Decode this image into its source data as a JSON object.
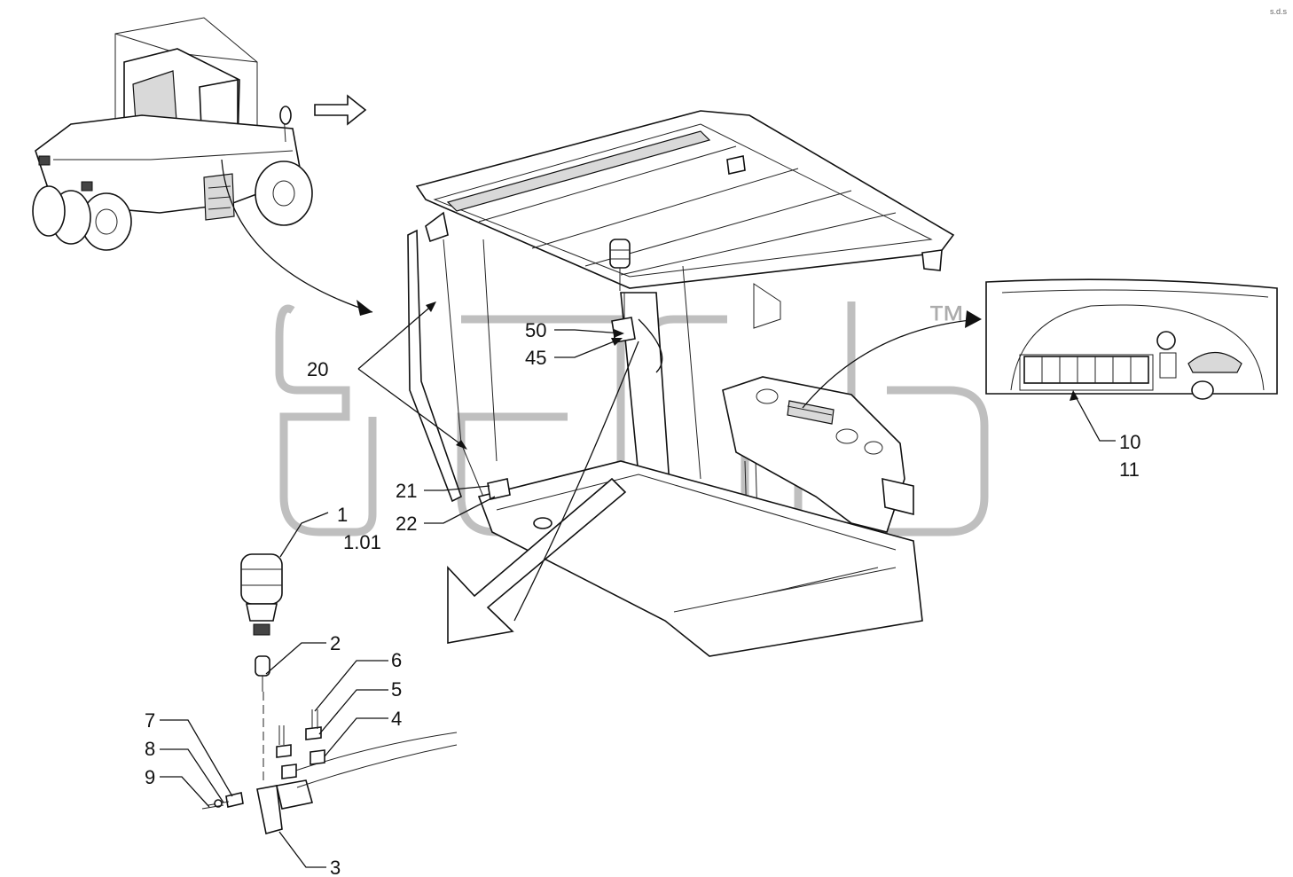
{
  "drawing": {
    "corner_mark": "s.d.s",
    "watermark_text": "3rdb",
    "watermark_tm": "™"
  },
  "callouts": [
    {
      "id": "c1",
      "text": "1"
    },
    {
      "id": "c101",
      "text": "1.01"
    },
    {
      "id": "c2",
      "text": "2"
    },
    {
      "id": "c3",
      "text": "3"
    },
    {
      "id": "c4",
      "text": "4"
    },
    {
      "id": "c5",
      "text": "5"
    },
    {
      "id": "c6",
      "text": "6"
    },
    {
      "id": "c7",
      "text": "7"
    },
    {
      "id": "c8",
      "text": "8"
    },
    {
      "id": "c9",
      "text": "9"
    },
    {
      "id": "c10",
      "text": "10"
    },
    {
      "id": "c11",
      "text": "11"
    },
    {
      "id": "c20",
      "text": "20"
    },
    {
      "id": "c21",
      "text": "21"
    },
    {
      "id": "c22",
      "text": "22"
    },
    {
      "id": "c45",
      "text": "45"
    },
    {
      "id": "c50",
      "text": "50"
    }
  ]
}
